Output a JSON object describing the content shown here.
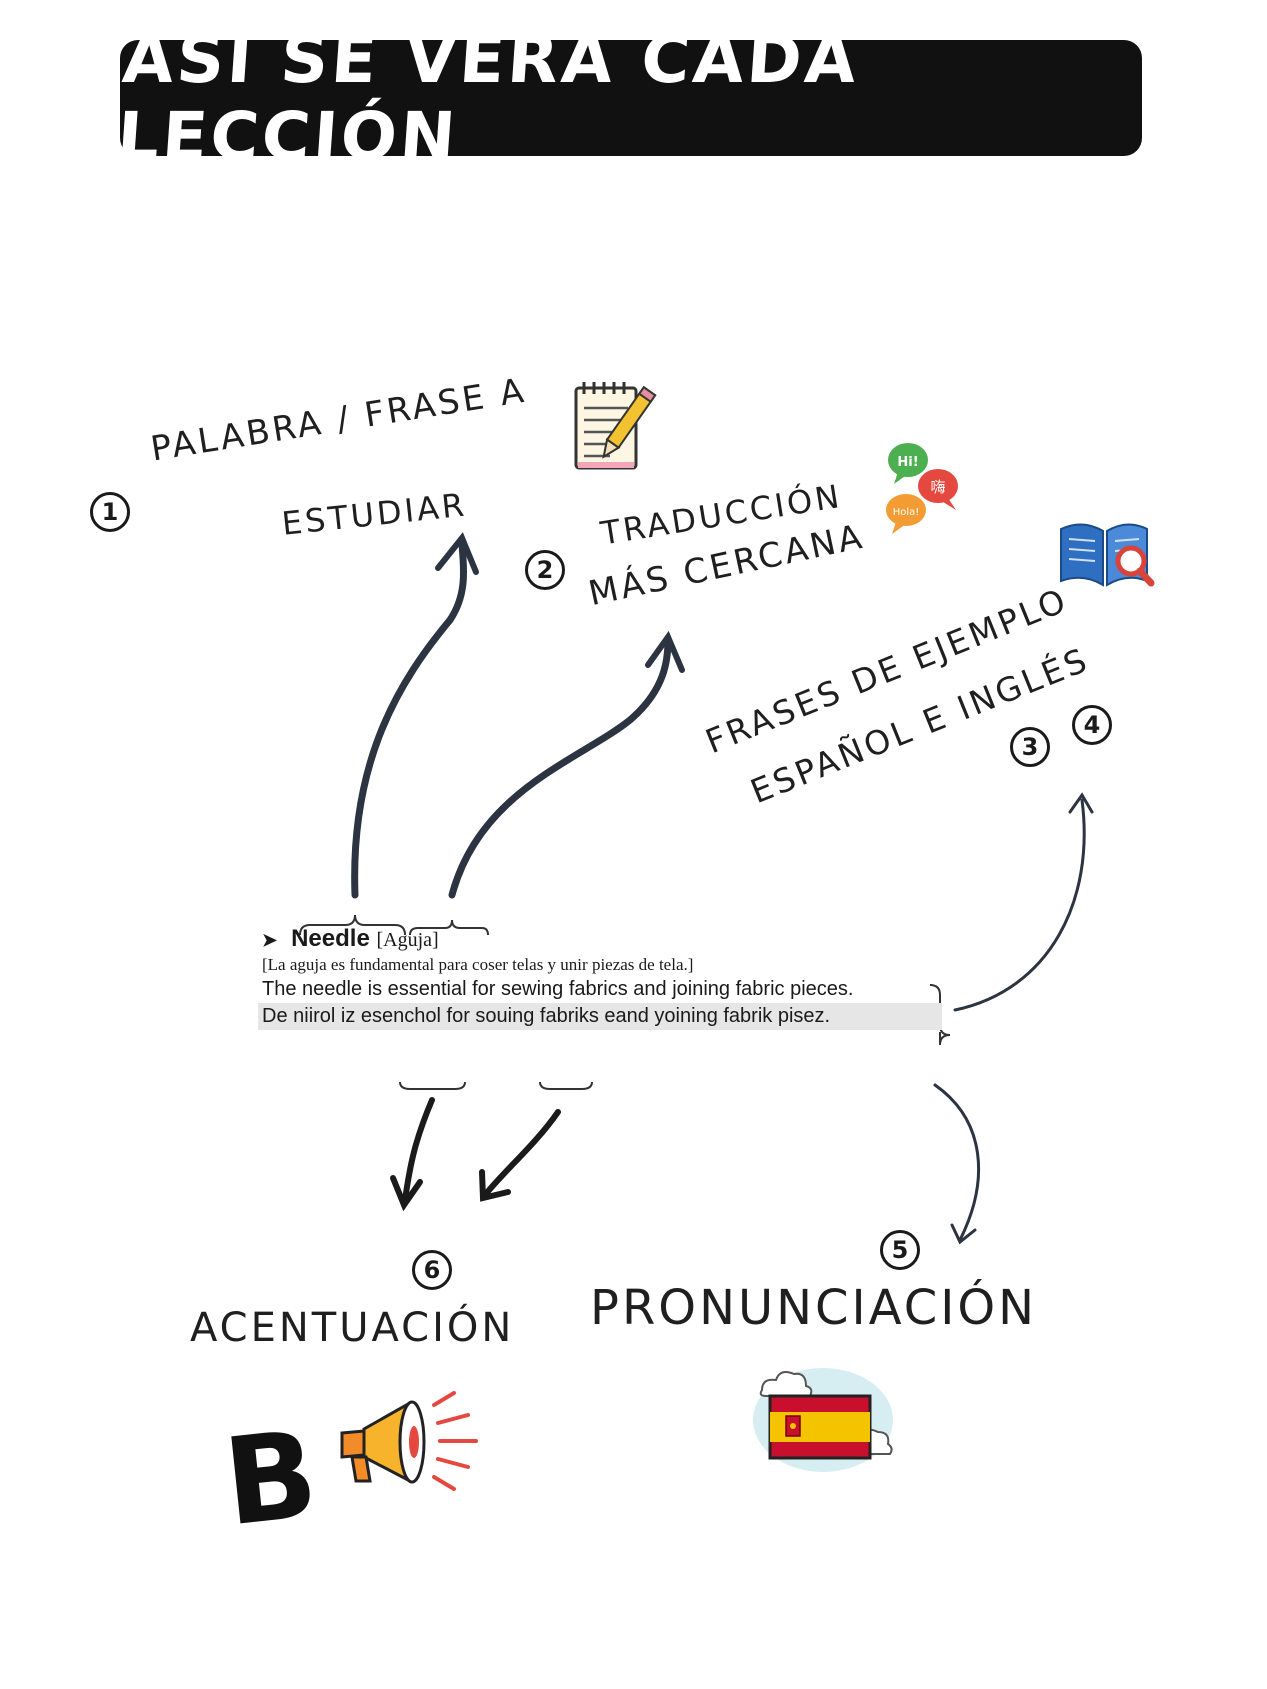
{
  "title": "ASÍ SE VERÁ CADA LECCIÓN",
  "steps": [
    {
      "num": "1",
      "line1": "PALABRA / FRASE A",
      "line2": "ESTUDIAR"
    },
    {
      "num": "2",
      "line1": "TRADUCCIÓN",
      "line2": "MÁS CERCANA"
    },
    {
      "num3": "3",
      "num4": "4",
      "line1": "FRASES DE EJEMPLO",
      "line2": "ESPAÑOL E INGLÉS"
    },
    {
      "num": "5",
      "label": "PRONUNCIACIÓN"
    },
    {
      "num": "6",
      "label": "ACENTUACIÓN"
    }
  ],
  "lesson": {
    "bullet": "➤",
    "word": "Needle",
    "translation": "[Aguja]",
    "example_es": "[La aguja es fundamental para coser telas y unir piezas de tela.]",
    "example_en": "The needle is essential for sewing fabrics and joining fabric pieces.",
    "pronunciation": "De niirol iz esenchol for souing fabriks eand yoining fabrik pisez."
  },
  "bubbles": {
    "hi": "Hi!",
    "hola": "Hola!",
    "ni": "嗨"
  },
  "letter_b": "B",
  "icons": [
    "notepad-pencil-icon",
    "speech-bubbles-icon",
    "open-book-magnifier-icon",
    "megaphone-icon",
    "spain-flag-icon"
  ],
  "colors": {
    "banner": "#111111",
    "banner_text": "#ffffff",
    "arrow": "#2b3440",
    "highlight": "#e6e6e6"
  }
}
